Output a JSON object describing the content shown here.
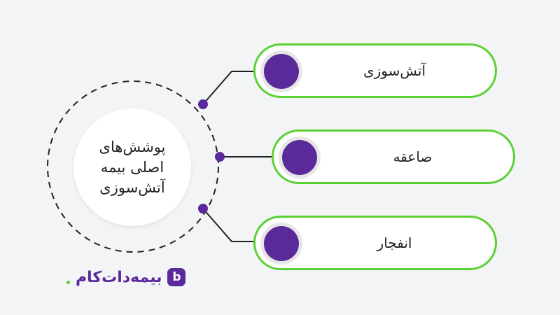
{
  "center": {
    "title": "پوشش‌های\nاصلی بیمه\nآتش‌سوزی"
  },
  "coverages": [
    {
      "label": "آتش‌سوزی"
    },
    {
      "label": "صاعقه"
    },
    {
      "label": "انفجار"
    }
  ],
  "colors": {
    "accent_purple": "#5b2a9a",
    "pill_border_green": "#5ad133",
    "background": "#f3f4f6"
  },
  "logo": {
    "badge": "b",
    "text": "بیمه‌دات‌کام"
  }
}
